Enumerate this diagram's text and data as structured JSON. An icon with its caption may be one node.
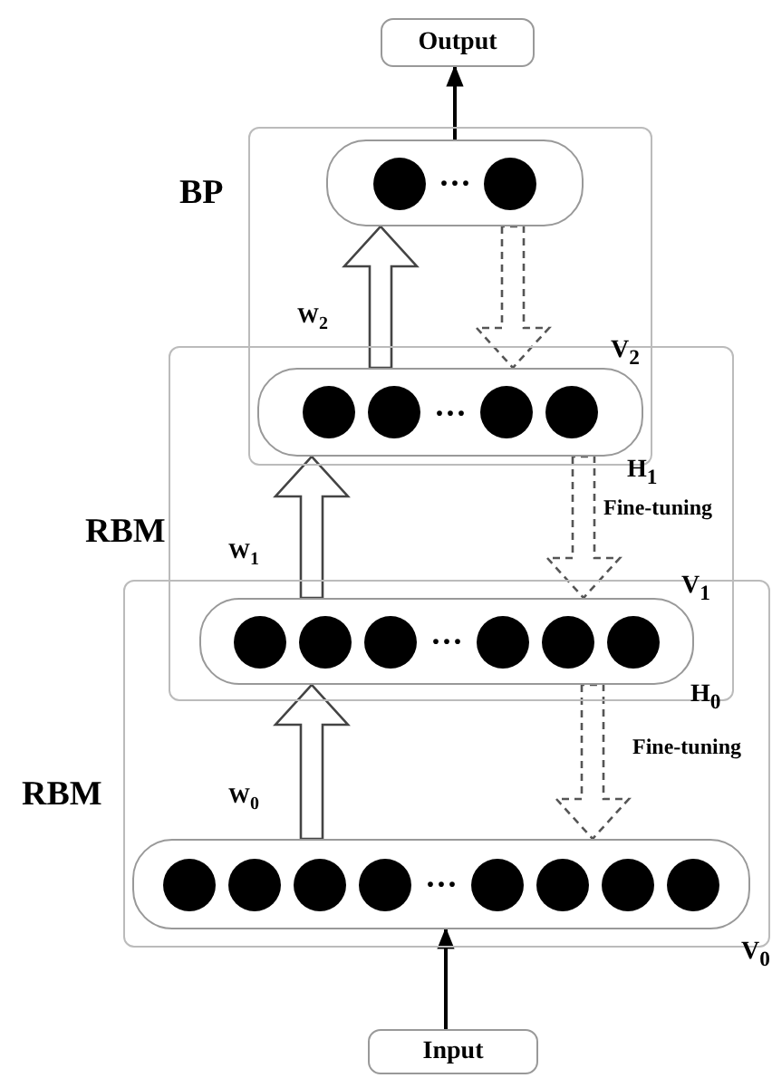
{
  "diagram": {
    "nodes": [
      {
        "text": [
          "Output"
        ]
      },
      {
        "text": [
          "BP"
        ]
      },
      {
        "text": [
          "···"
        ],
        "in": 1
      },
      {
        "text": [],
        "shape": "circle",
        "in": 2
      },
      {
        "text": [],
        "shape": "circle",
        "in": 2
      },
      {
        "text": [
          "RBM"
        ]
      },
      {
        "text": [
          "···"
        ],
        "beside": [
          "V$_{2}$",
          "H$_{1}$"
        ]
      },
      {
        "text": [],
        "shape": "circle",
        "in": 6
      },
      {
        "text": [],
        "shape": "circle",
        "in": 6
      },
      {
        "text": [],
        "shape": "circle",
        "in": 6
      },
      {
        "text": [],
        "shape": "circle",
        "in": 6
      },
      {
        "text": [
          "RBM"
        ]
      },
      {
        "text": [
          "···"
        ],
        "beside": [
          "V$_{1}$",
          "H$_{0}$"
        ]
      },
      {
        "text": [],
        "shape": "circle",
        "in": 12
      },
      {
        "text": [],
        "shape": "circle",
        "in": 12
      },
      {
        "text": [],
        "shape": "circle",
        "in": 12
      },
      {
        "text": [],
        "shape": "circle",
        "in": 12
      },
      {
        "text": [],
        "shape": "circle",
        "in": 12
      },
      {
        "text": [],
        "shape": "circle",
        "in": 12
      },
      {
        "text": [
          "···"
        ],
        "in": 11,
        "beside": [
          "V$_{0}$"
        ]
      },
      {
        "text": [],
        "shape": "circle",
        "in": 19
      },
      {
        "text": [],
        "shape": "circle",
        "in": 19
      },
      {
        "text": [],
        "shape": "circle",
        "in": 19
      },
      {
        "text": [],
        "shape": "circle",
        "in": 19
      },
      {
        "text": [],
        "shape": "circle",
        "in": 19
      },
      {
        "text": [],
        "shape": "circle",
        "in": 19
      },
      {
        "text": [],
        "shape": "circle",
        "in": 19
      },
      {
        "text": [],
        "shape": "circle",
        "in": 19
      },
      {
        "text": [
          "Input"
        ]
      }
    ],
    "edges": [
      {
        "from": 2,
        "to": 0,
        "arrow": "to"
      },
      {
        "from": 6,
        "to": 2,
        "arrow": "to",
        "label": "W$_{2}$",
        "style": "thick"
      },
      {
        "from": 2,
        "to": 6,
        "arrow": "to",
        "style": "dashed"
      },
      {
        "from": 12,
        "to": 6,
        "arrow": "to",
        "label": "W$_{1}$",
        "style": "thick"
      },
      {
        "from": 6,
        "to": 12,
        "arrow": "to",
        "label": "Fine-tuning",
        "style": "dashed"
      },
      {
        "from": 19,
        "to": 12,
        "arrow": "to",
        "label": "W$_{0}$",
        "style": "thick"
      },
      {
        "from": 12,
        "to": 19,
        "arrow": "to",
        "label": "Fine-tuning",
        "style": "dashed"
      },
      {
        "from": 28,
        "to": 19,
        "arrow": "to"
      }
    ]
  }
}
